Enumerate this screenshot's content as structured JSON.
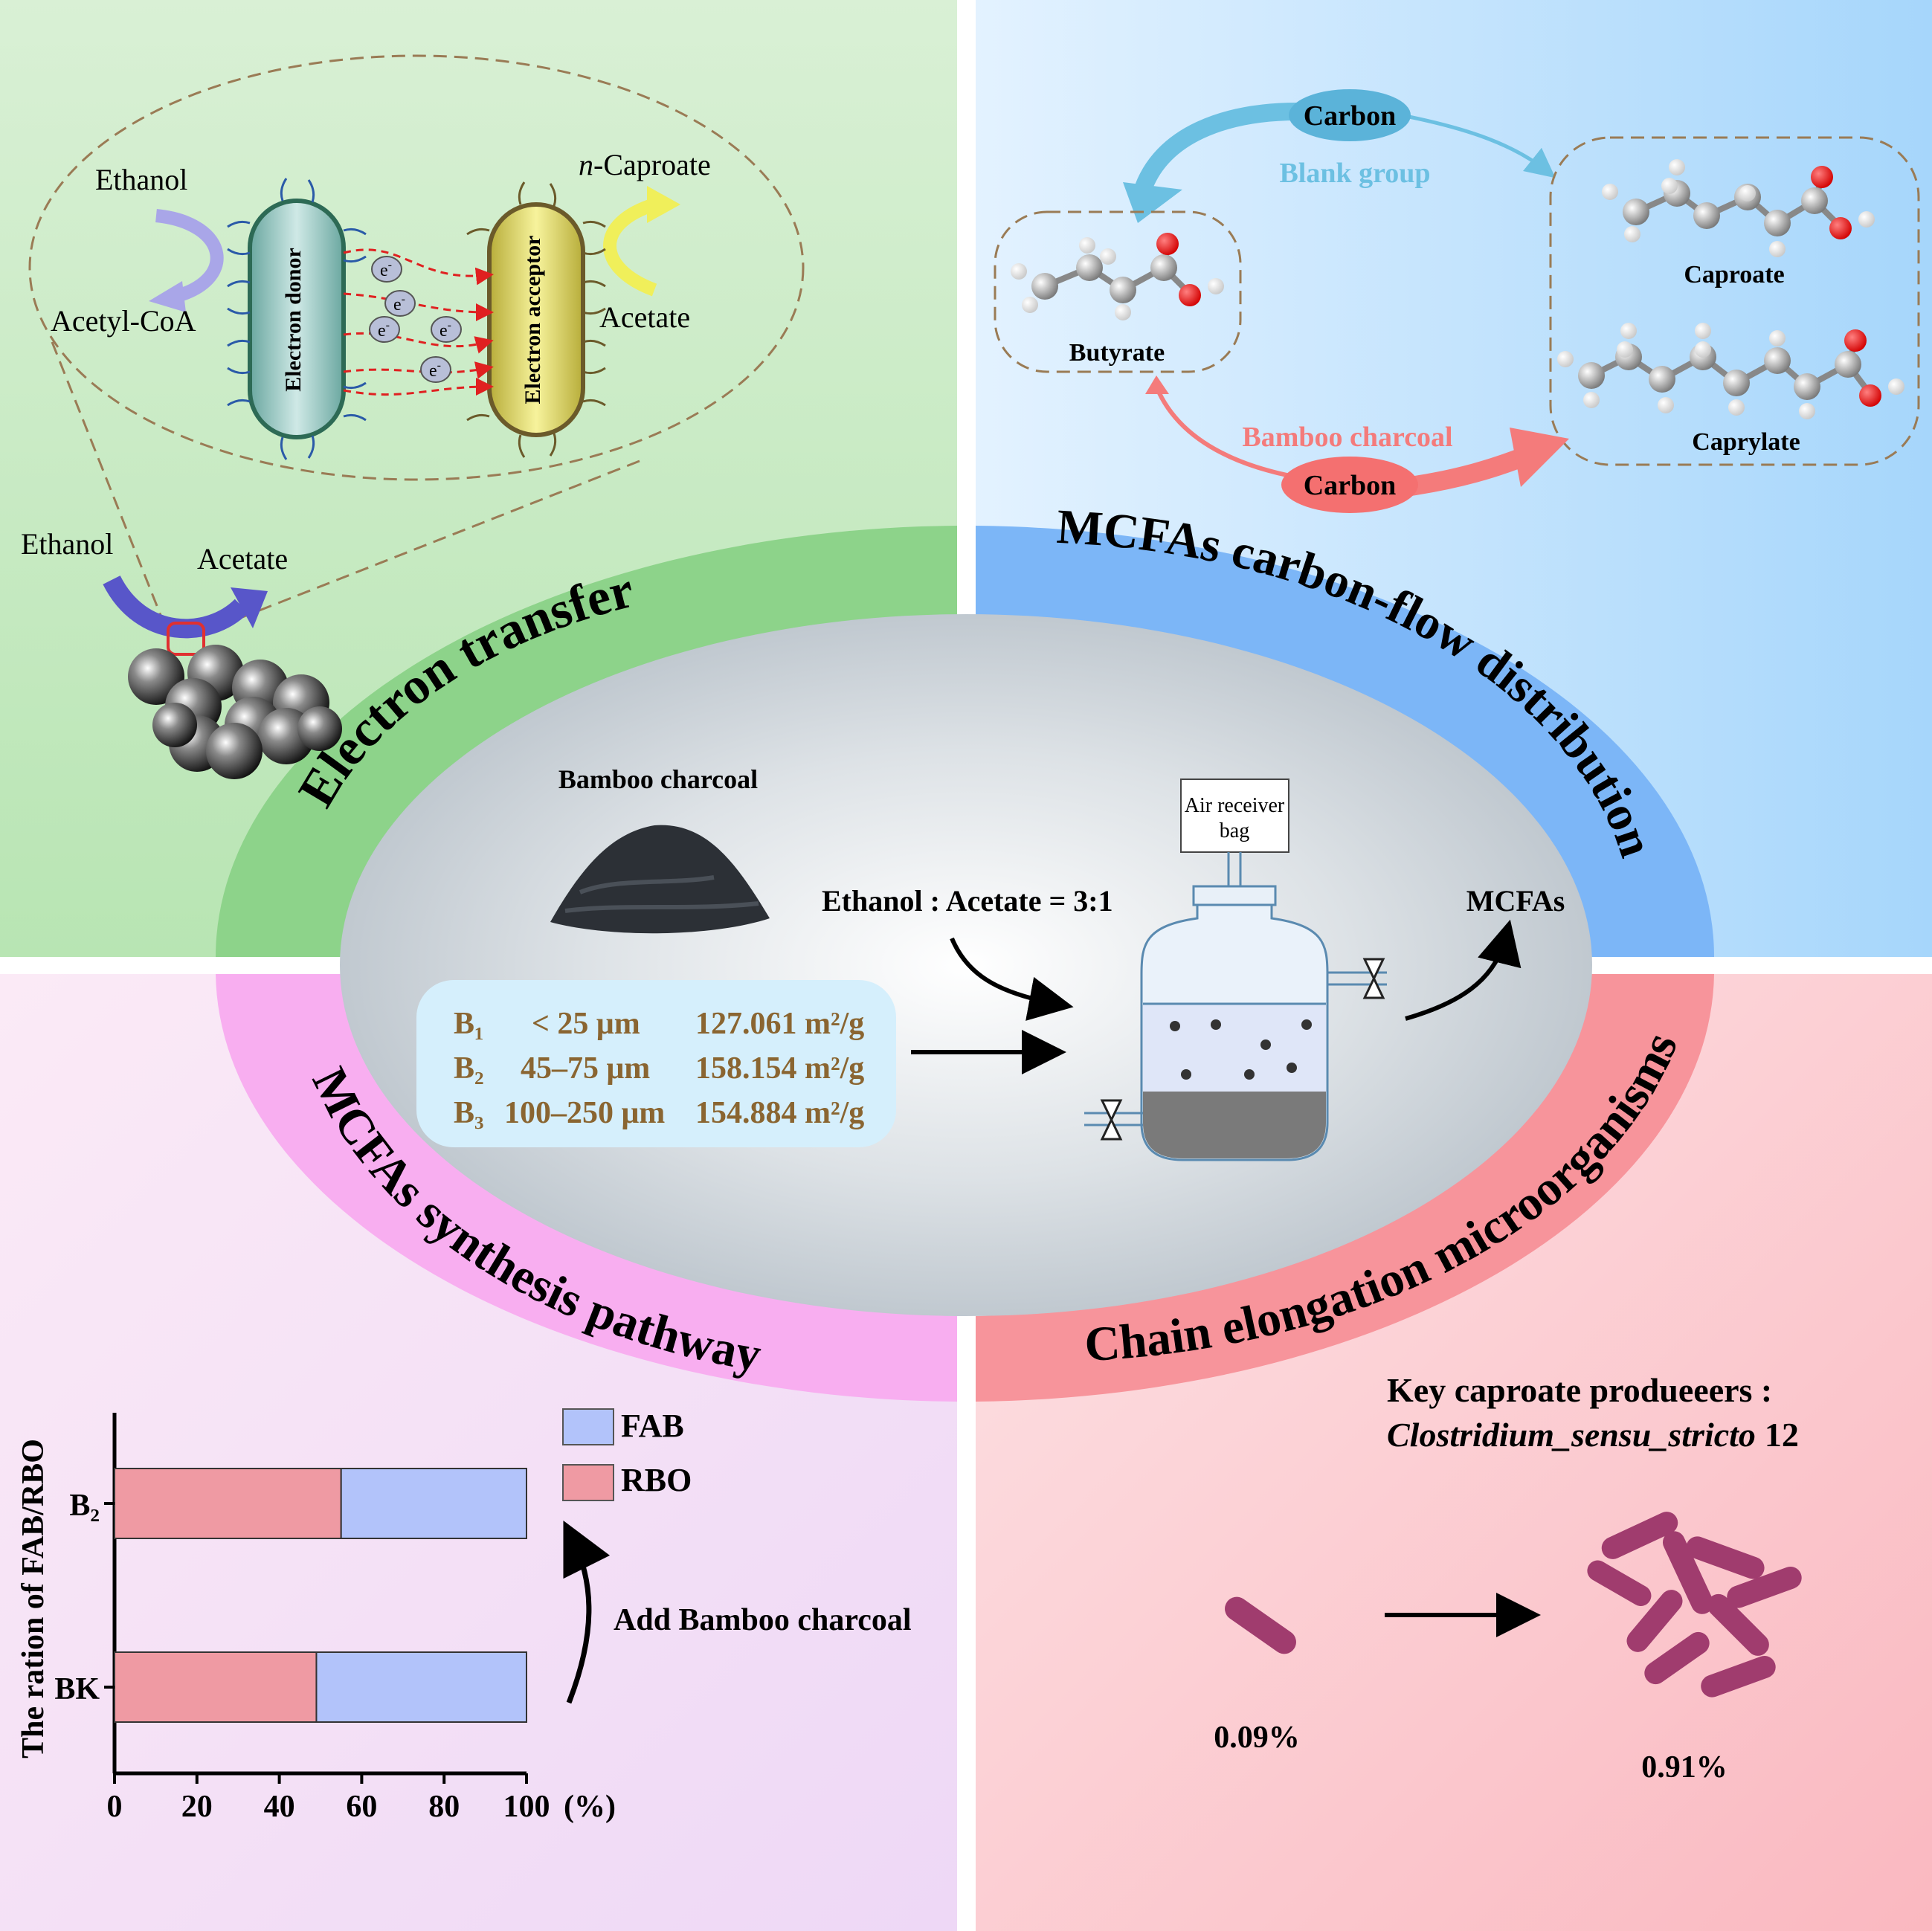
{
  "colors": {
    "green_bg_top": "#dff2dc",
    "green_bg_bottom": "#b9e6b4",
    "blue_bg_top": "#dcefff",
    "blue_bg_bottom": "#a8d8fb",
    "pink_bg": "#f4dcf6",
    "red_bg": "#fbc6cb",
    "green_arc": "#8ed48a",
    "blue_arc": "#7cb6f7",
    "pink_arc": "#f8aef0",
    "red_arc": "#f7949b",
    "center_ellipse": "#c9d0d6",
    "fab_color": "#b2c3fa",
    "rbo_color": "#ef9aa3",
    "blank_group_color": "#6cc0e2",
    "bamboo_color": "#f47b7b",
    "brown_text": "#8a6531"
  },
  "sections": {
    "electron_transfer": "Electron transfer",
    "carbon_flow": "MCFAs carbon-flow distribution",
    "synthesis_pathway": "MCFAs synthesis pathway",
    "chain_elongation": "Chain elongation microorganisms"
  },
  "electron_transfer": {
    "ethanol_top": "Ethanol",
    "acetyl_coa": "Acetyl-CoA",
    "n_caproate_italic": "n",
    "n_caproate_rest": "-Caproate",
    "acetate_right": "Acetate",
    "electron_donor": "Electron donor",
    "electron_acceptor": "Electron acceptor",
    "electron_symbol": "e",
    "electron_sup": "-",
    "ethanol_bottom": "Ethanol",
    "acetate_bottom": "Acetate"
  },
  "carbon_flow": {
    "carbon_top": "Carbon",
    "blank_group": "Blank group",
    "butyrate": "Butyrate",
    "caproate": "Caproate",
    "caprylate": "Caprylate",
    "bamboo_charcoal": "Bamboo charcoal",
    "carbon_bottom": "Carbon"
  },
  "center": {
    "bamboo_charcoal_title": "Bamboo charcoal",
    "ratio_label": "Ethanol : Acetate = 3:1",
    "air_bag_line1": "Air receiver",
    "air_bag_line2": "bag",
    "mcfas": "MCFAs",
    "table_rows": [
      {
        "id": "B₁",
        "size": "< 25 μm",
        "area": "127.061 m²/g"
      },
      {
        "id": "B₂",
        "size": "45–75 μm",
        "area": "158.154 m²/g"
      },
      {
        "id": "B₃",
        "size": "100–250 μm",
        "area": "154.884 m²/g"
      }
    ]
  },
  "chart_data": {
    "type": "bar",
    "orientation": "horizontal",
    "stacked": true,
    "categories": [
      "B₂",
      "BK"
    ],
    "series": [
      {
        "name": "RBO",
        "values": [
          55,
          49
        ]
      },
      {
        "name": "FAB",
        "values": [
          45,
          51
        ]
      }
    ],
    "xlim": [
      0,
      100
    ],
    "xticks": [
      "0",
      "20",
      "40",
      "60",
      "80",
      "100"
    ],
    "xunit": "(%)",
    "ylabel": "The ration of FAB/RBO",
    "annotation": "Add Bamboo charcoal"
  },
  "microorganisms": {
    "key_title": "Key caproate produeeers :",
    "genus_italic": "Clostridium_sensu_stricto",
    "genus_number": "12",
    "before_value": "0.09%",
    "after_value": "0.91%"
  }
}
